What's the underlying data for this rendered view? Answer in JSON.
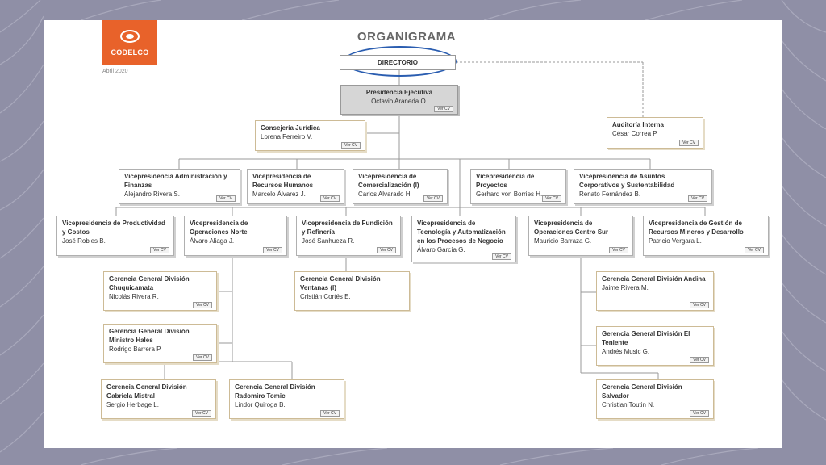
{
  "header": {
    "logo_text": "CODELCO",
    "date": "Abril 2020",
    "title": "ORGANIGRAMA"
  },
  "cv_label": "Ver CV",
  "colors": {
    "logo": "#e8622a",
    "highlight": "#2a5db0",
    "background": "#8f8fa6"
  },
  "nodes": {
    "directorio": {
      "title": "DIRECTORIO"
    },
    "presidencia": {
      "title": "Presidencia Ejecutiva",
      "name": "Octavio Araneda O."
    },
    "consejeria": {
      "title": "Consejería Jurídica",
      "name": "Lorena Ferreiro V."
    },
    "auditoria": {
      "title": "Auditoría Interna",
      "name": "César Correa P."
    },
    "vp_admin": {
      "title": "Vicepresidencia Administración y Finanzas",
      "name": "Alejandro Rivera S."
    },
    "vp_rrhh": {
      "title": "Vicepresidencia de Recursos Humanos",
      "name": "Marcelo Álvarez J."
    },
    "vp_comer": {
      "title": "Vicepresidencia de Comercialización (I)",
      "name": "Carlos Alvarado H."
    },
    "vp_proy": {
      "title": "Vicepresidencia de Proyectos",
      "name": "Gerhard von Borries H."
    },
    "vp_asuntos": {
      "title": "Vicepresidencia de Asuntos Corporativos y Sustentabilidad",
      "name": "Renato Fernández B."
    },
    "vp_prod": {
      "title": "Vicepresidencia de Productividad y Costos",
      "name": "José Robles B."
    },
    "vp_norte": {
      "title": "Vicepresidencia de Operaciones Norte",
      "name": "Álvaro Aliaga J."
    },
    "vp_fund": {
      "title": "Vicepresidencia de Fundición y Refinería",
      "name": "José Sanhueza R."
    },
    "vp_tec": {
      "title": "Vicepresidencia de Tecnología y Automatización en los Procesos de Negocio",
      "name": "Álvaro García G."
    },
    "vp_sur": {
      "title": "Vicepresidencia de Operaciones Centro Sur",
      "name": "Mauricio Barraza G."
    },
    "vp_gest": {
      "title": "Vicepresidencia de Gestión de Recursos Mineros y Desarrollo",
      "name": "Patricio Vergara L."
    },
    "gg_chuqui": {
      "title": "Gerencia General División Chuquicamata",
      "name": "Nicolás Rivera R."
    },
    "gg_mh": {
      "title": "Gerencia General División Ministro Hales",
      "name": "Rodrigo Barrera P."
    },
    "gg_gm": {
      "title": "Gerencia General División Gabriela Mistral",
      "name": "Sergio Herbage L."
    },
    "gg_rt": {
      "title": "Gerencia General División Radomiro Tomic",
      "name": "Lindor Quiroga B."
    },
    "gg_vent": {
      "title": "Gerencia General División Ventanas (I)",
      "name": "Cristián Cortés E."
    },
    "gg_andina": {
      "title": "Gerencia General División Andina",
      "name": "Jaime Rivera M."
    },
    "gg_teniente": {
      "title": "Gerencia General División El Teniente",
      "name": "Andrés Music G."
    },
    "gg_salvador": {
      "title": "Gerencia General División Salvador",
      "name": "Christian Toutin N."
    }
  }
}
